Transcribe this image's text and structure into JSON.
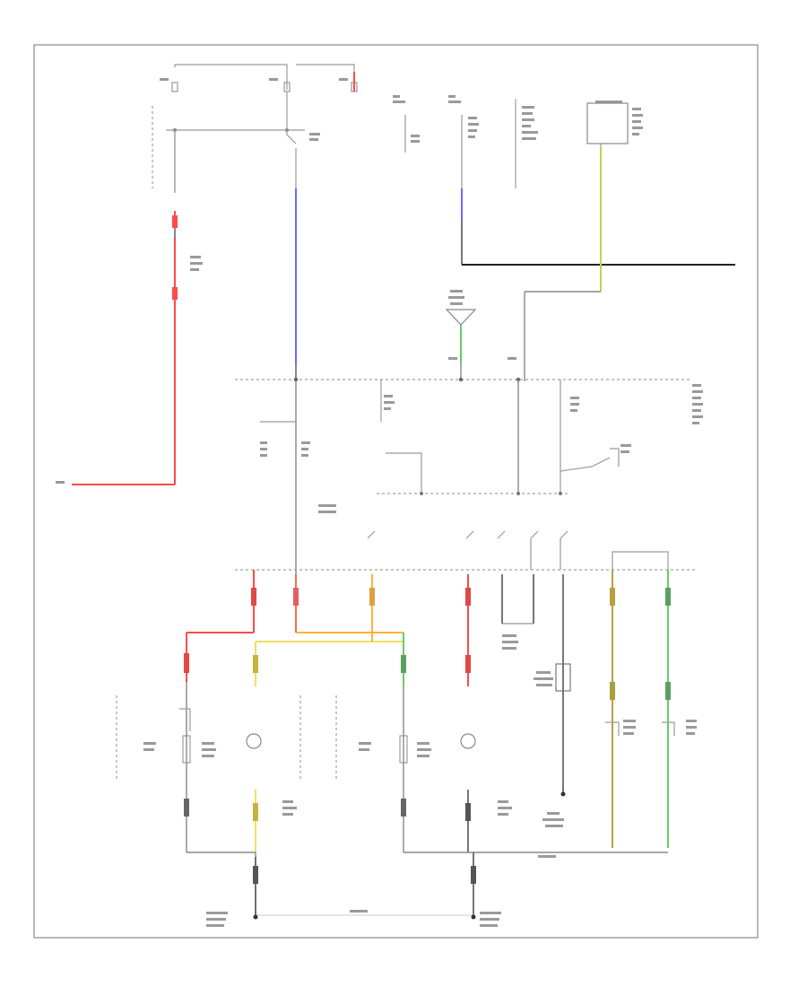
{
  "diagram": {
    "footer_code": "",
    "colors": {
      "frame": "#8a8a8a",
      "red": "#ff4a4a",
      "blue": "#6a6aff",
      "green": "#66cc66",
      "yellow_green": "#b8d84a",
      "orange": "#ffb040",
      "yellow": "#f0e060",
      "black": "#222222"
    },
    "components": [
      "fuse-left",
      "fuse-center",
      "fuse-right",
      "ignition-switch",
      "bus-upper",
      "bus-lower",
      "control-module",
      "left-lamp-assembly",
      "right-lamp-assembly",
      "left-bulb",
      "right-bulb",
      "relay",
      "ground-left",
      "ground-right",
      "ground-center"
    ]
  }
}
